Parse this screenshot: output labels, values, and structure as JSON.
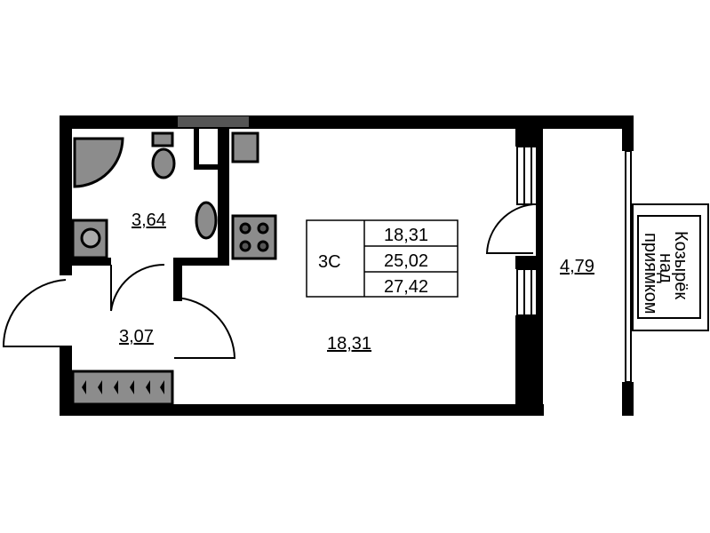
{
  "plan": {
    "rooms": {
      "bathroom_area": "3,64",
      "hall_area": "3,07",
      "living_area": "18,31",
      "balcony_area": "4,79"
    },
    "info_box": {
      "type_label": "3С",
      "living_area": "18,31",
      "total_area": "25,02",
      "total_with_balcony": "27,42"
    },
    "canopy_note": [
      "Козырёк",
      "над",
      "приямком"
    ]
  },
  "colors": {
    "wall": "#000000",
    "fixture": "#8c8c8c",
    "background": "#ffffff"
  }
}
